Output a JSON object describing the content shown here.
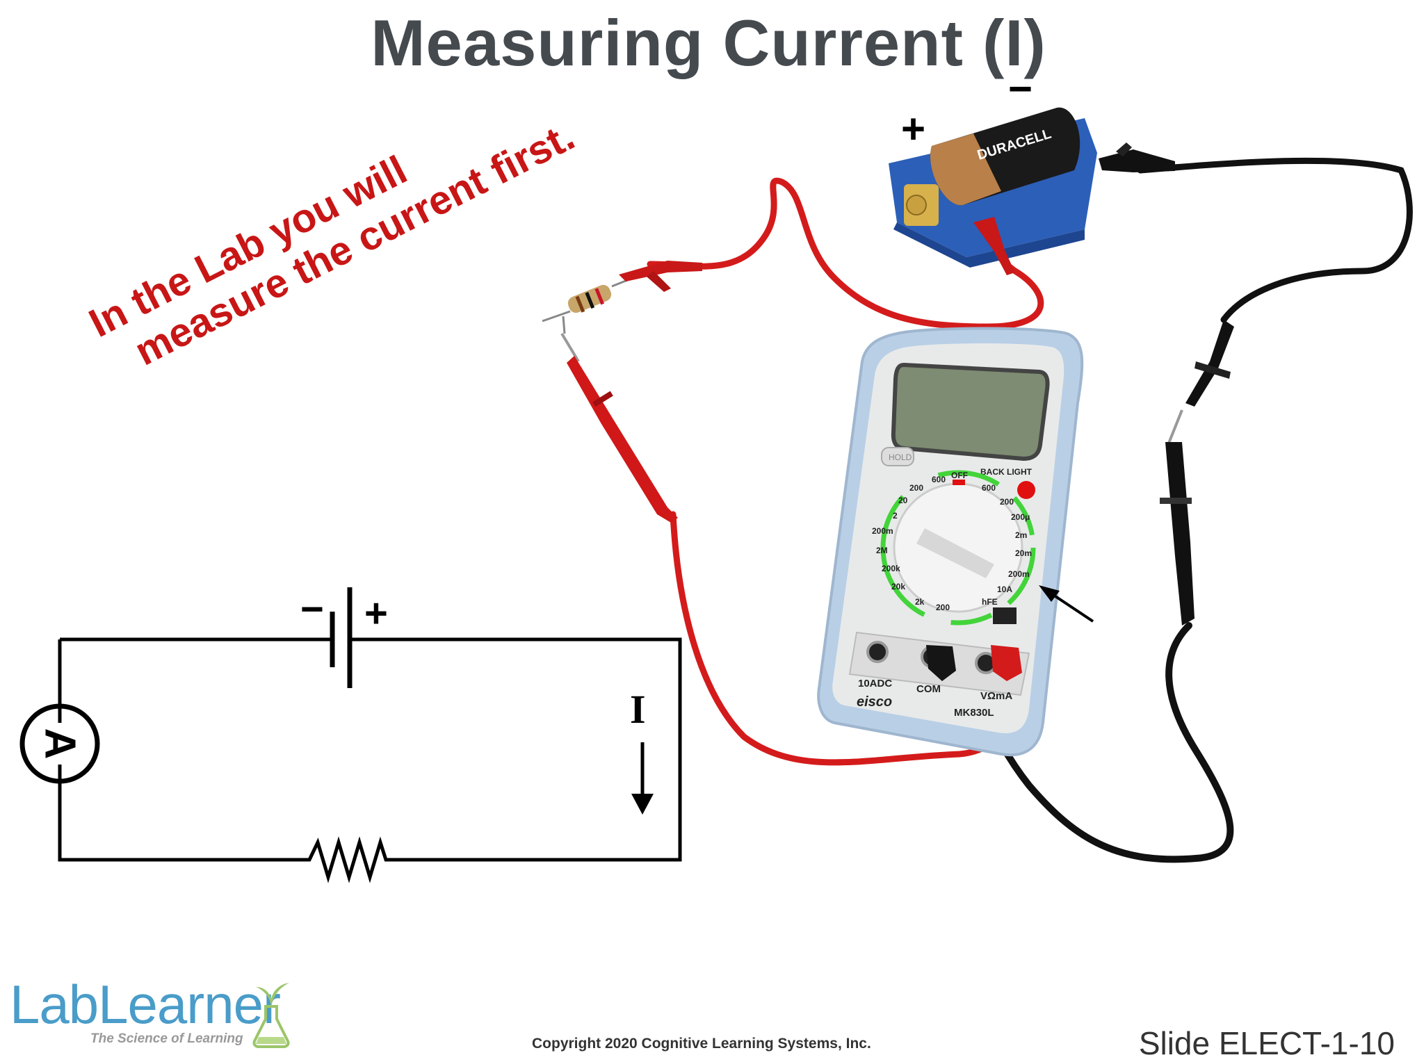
{
  "slide": {
    "title": "Measuring Current (I)",
    "note_line1": "In the Lab you will",
    "note_line2": "measure the current first.",
    "copyright": "Copyright 2020 Cognitive Learning Systems, Inc.",
    "slide_number": "Slide ELECT-1-10"
  },
  "logo": {
    "wordmark": "LabLearner",
    "tagline": "The Science of Learning"
  },
  "schematic": {
    "battery_minus": "−",
    "battery_plus": "+",
    "ammeter_symbol": "A",
    "current_label": "I"
  },
  "photo": {
    "battery_plus": "+",
    "battery_minus": "−",
    "battery_brand": "DURACELL",
    "meter_brand": "eisco",
    "meter_model": "MK830L",
    "hold_button": "HOLD",
    "backlight_label": "BACK LIGHT",
    "jack_10adc": "10ADC",
    "jack_com": "COM",
    "jack_vma": "VΩmA",
    "dial_off": "OFF",
    "dial_labels_left": [
      "600",
      "200",
      "20",
      "2",
      "200m",
      "2M",
      "200k",
      "20k",
      "2k",
      "200"
    ],
    "dial_labels_right": [
      "600",
      "200",
      "200μ",
      "2m",
      "20m",
      "200m",
      "10A",
      "hFE"
    ]
  },
  "colors": {
    "title": "#454a4f",
    "note": "#c81616",
    "red_lead": "#d41b1b",
    "black_lead": "#111111",
    "meter_body": "#e8eaea",
    "meter_case": "#b9cfe6",
    "lcd": "#7d8c72",
    "battery_holder": "#2c5fb8",
    "logo_blue": "#4a9cc9"
  }
}
